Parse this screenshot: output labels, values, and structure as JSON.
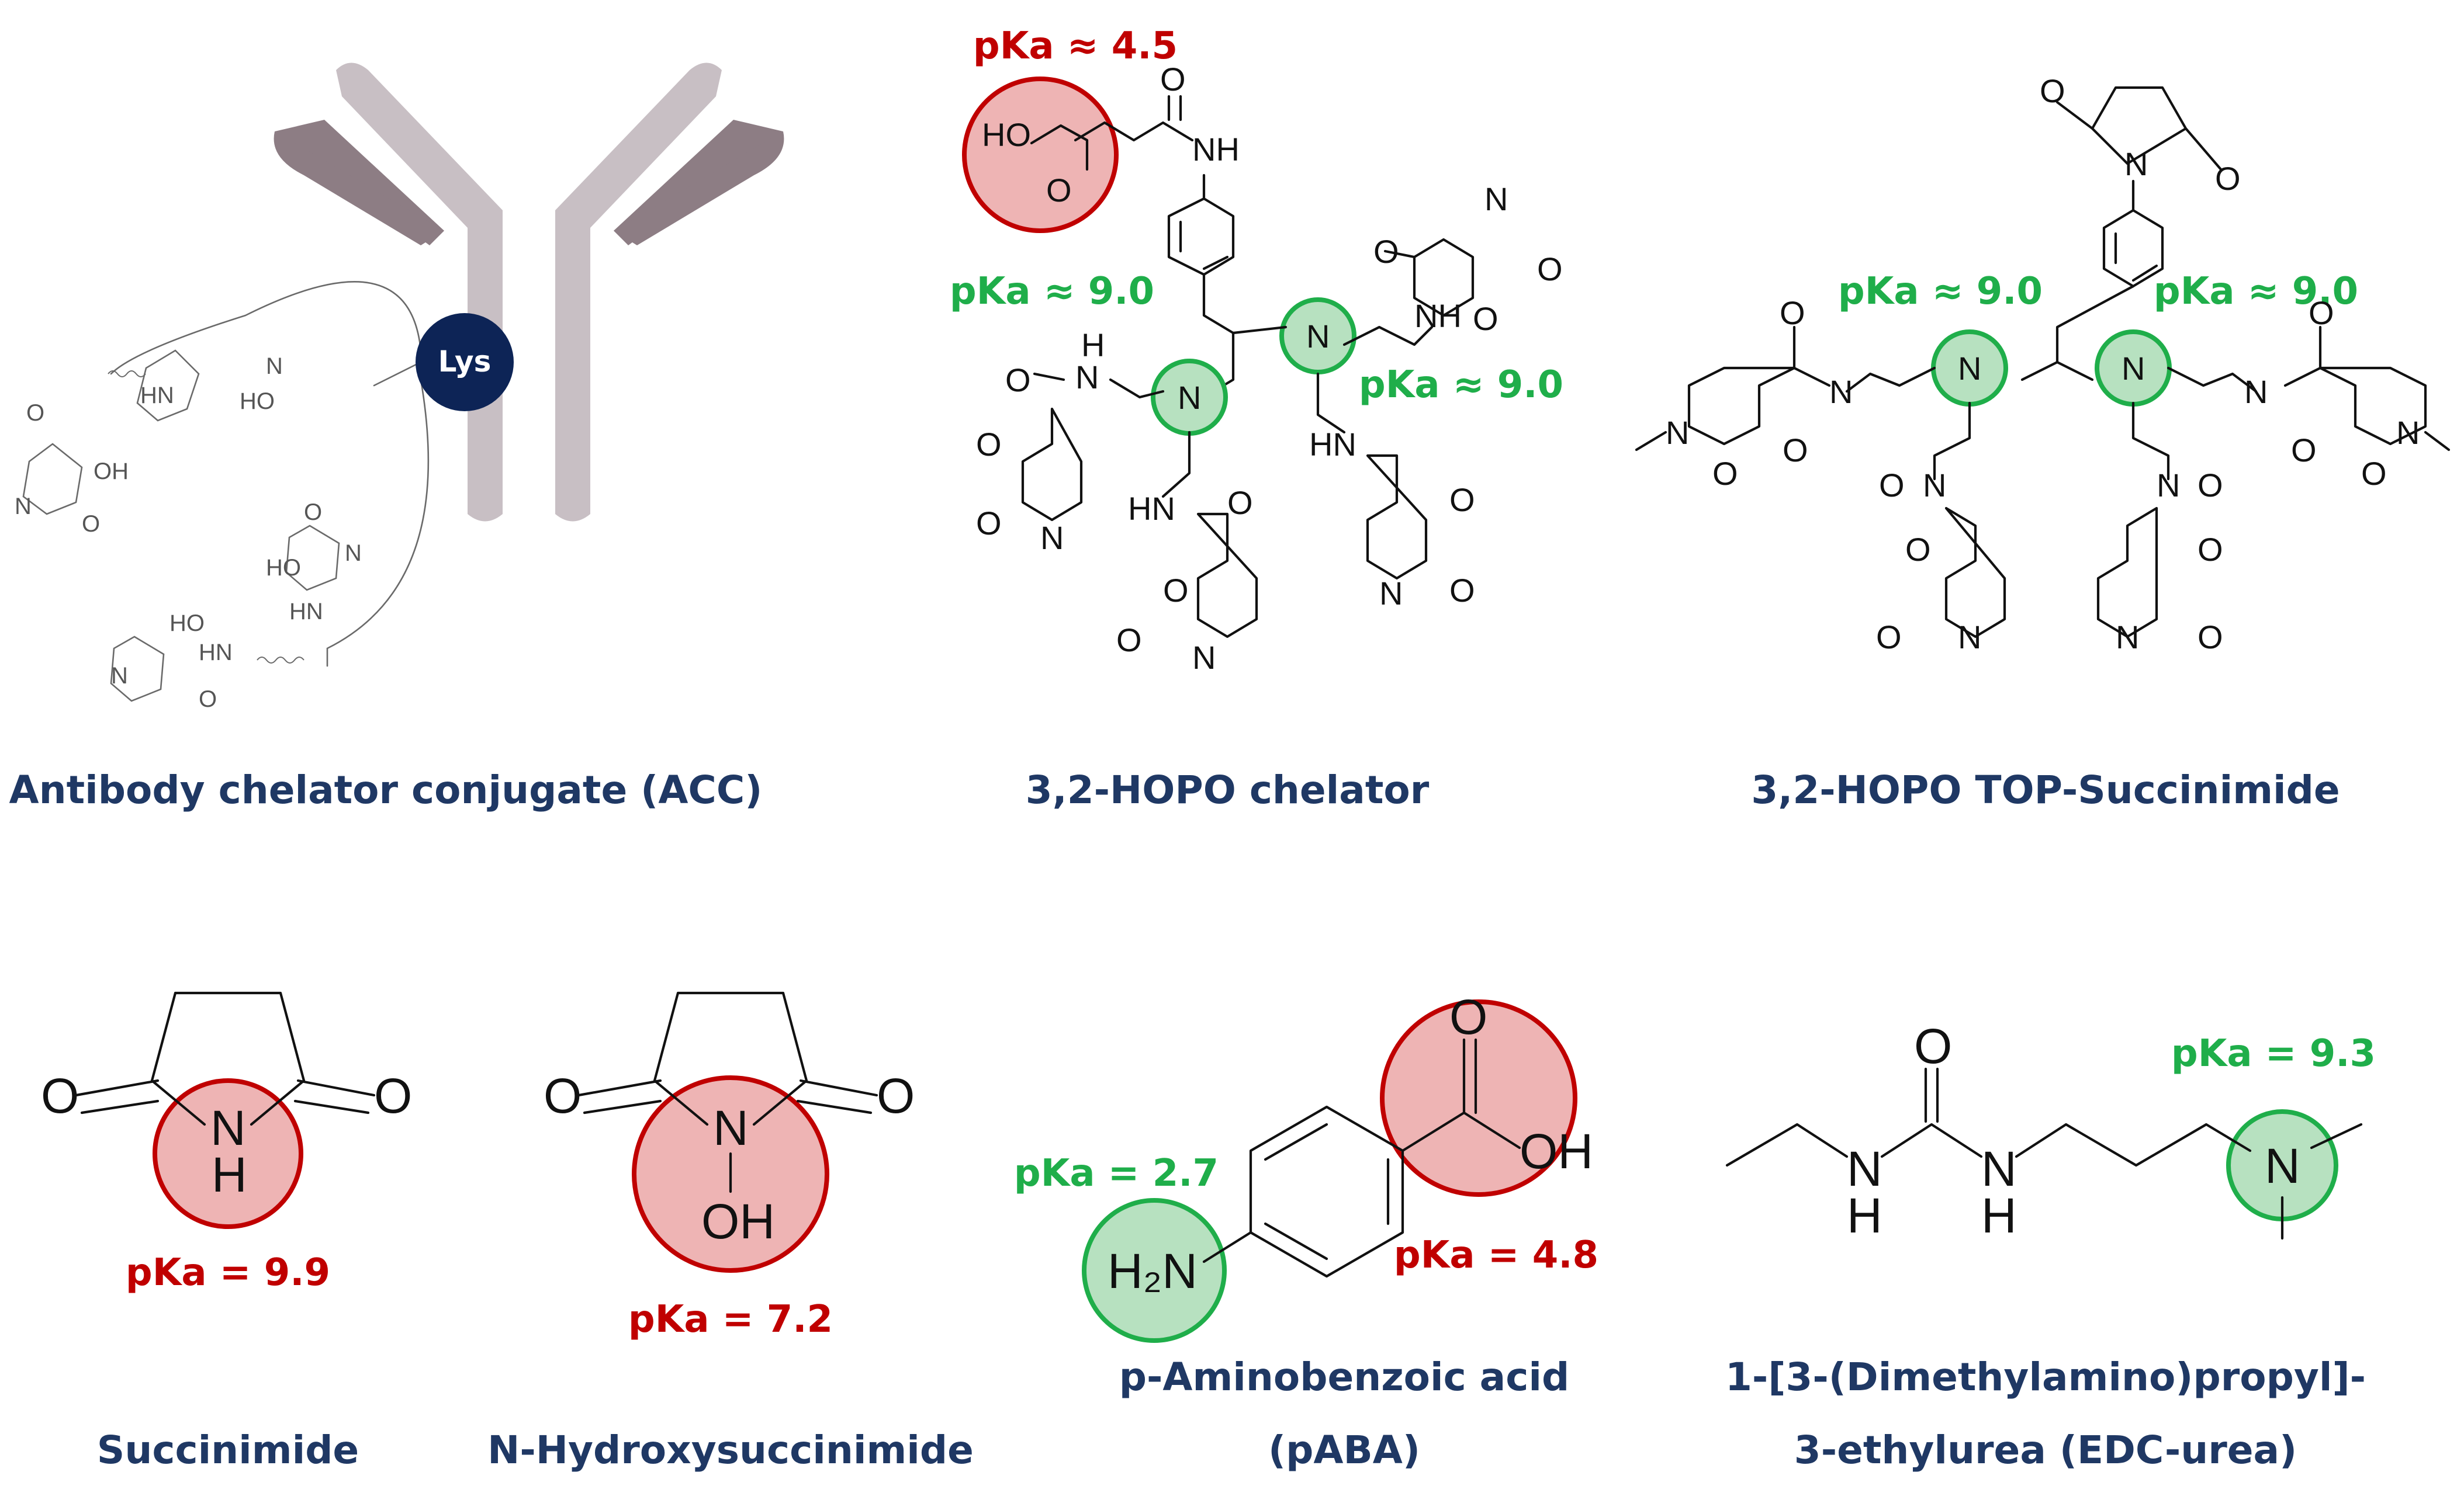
{
  "captions": {
    "acc": "Antibody chelator conjugate (ACC)",
    "hopo": "3,2-HOPO chelator",
    "top": "3,2-HOPO TOP-Succinimide",
    "succinimide": "Succinimide",
    "nhs": "N-Hydroxysuccinimide",
    "paba_line1": "p-Aminobenzoic acid",
    "paba_line2": "(pABA)",
    "edc_line1": "1-[3-(Dimethylamino)propyl]-",
    "edc_line2": "3-ethylurea (EDC-urea)"
  },
  "pka": {
    "hopo_acid": "pKa ≈ 4.5",
    "hopo_amine_left": "pKa ≈ 9.0",
    "hopo_amine_right": "pKa ≈ 9.0",
    "top_left": "pKa ≈ 9.0",
    "top_right": "pKa ≈ 9.0",
    "succinimide": "pKa = 9.9",
    "nhs": "pKa = 7.2",
    "paba_amine": "pKa = 2.7",
    "paba_acid": "pKa = 4.8",
    "edc": "pKa = 9.3"
  },
  "labels": {
    "lys": "Lys",
    "N": "N",
    "H": "H",
    "O": "O",
    "OH": "OH",
    "HO": "HO",
    "NH": "NH",
    "HN": "HN",
    "H2N": "H₂N"
  },
  "colors": {
    "caption": "#1f3864",
    "acid_red": "#c00000",
    "base_green": "#1fae4a",
    "lysine": "#0d2456",
    "antibody": "#c8bfc4",
    "antibody_dark": "#8d7d84"
  }
}
